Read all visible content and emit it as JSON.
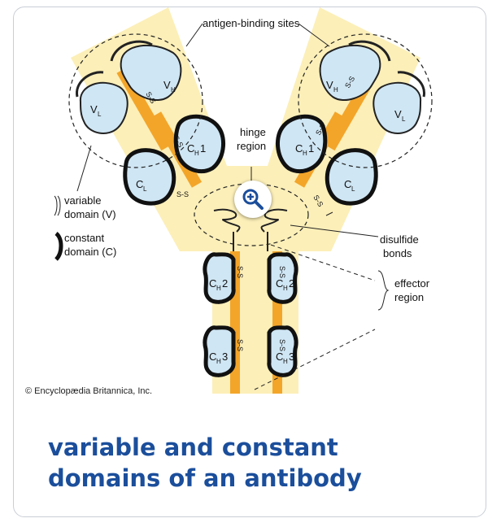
{
  "diagram": {
    "labels": {
      "antigen_binding_sites": "antigen-binding sites",
      "hinge_region_line1": "hinge",
      "hinge_region_line2": "region",
      "variable_domain_line1": "variable",
      "variable_domain_line2": "domain (V)",
      "constant_domain_line1": "constant",
      "constant_domain_line2": "domain (C)",
      "disulfide_bonds_line1": "disulfide",
      "disulfide_bonds_line2": "bonds",
      "effector_region_line1": "effector",
      "effector_region_line2": "region"
    },
    "domain_labels": {
      "vh": "V",
      "vh_sub": "H",
      "vl": "V",
      "vl_sub": "L",
      "ch1": "C",
      "ch1_sub": "H",
      "ch1_num": "1",
      "cl": "C",
      "cl_sub": "L",
      "ch2": "C",
      "ch2_sub": "H",
      "ch2_num": "2",
      "ch3": "C",
      "ch3_sub": "H",
      "ch3_num": "3"
    },
    "bond_label": "S-S",
    "credit": "© Encyclopædia Britannica, Inc.",
    "colors": {
      "background": "#fcefb8",
      "variable_fill": "#cfe6f4",
      "bond": "#f3a52a",
      "caption": "#1b4e9b"
    },
    "zoom_icon": "zoom-in-icon"
  },
  "caption": {
    "title": "variable and constant domains of an antibody"
  }
}
